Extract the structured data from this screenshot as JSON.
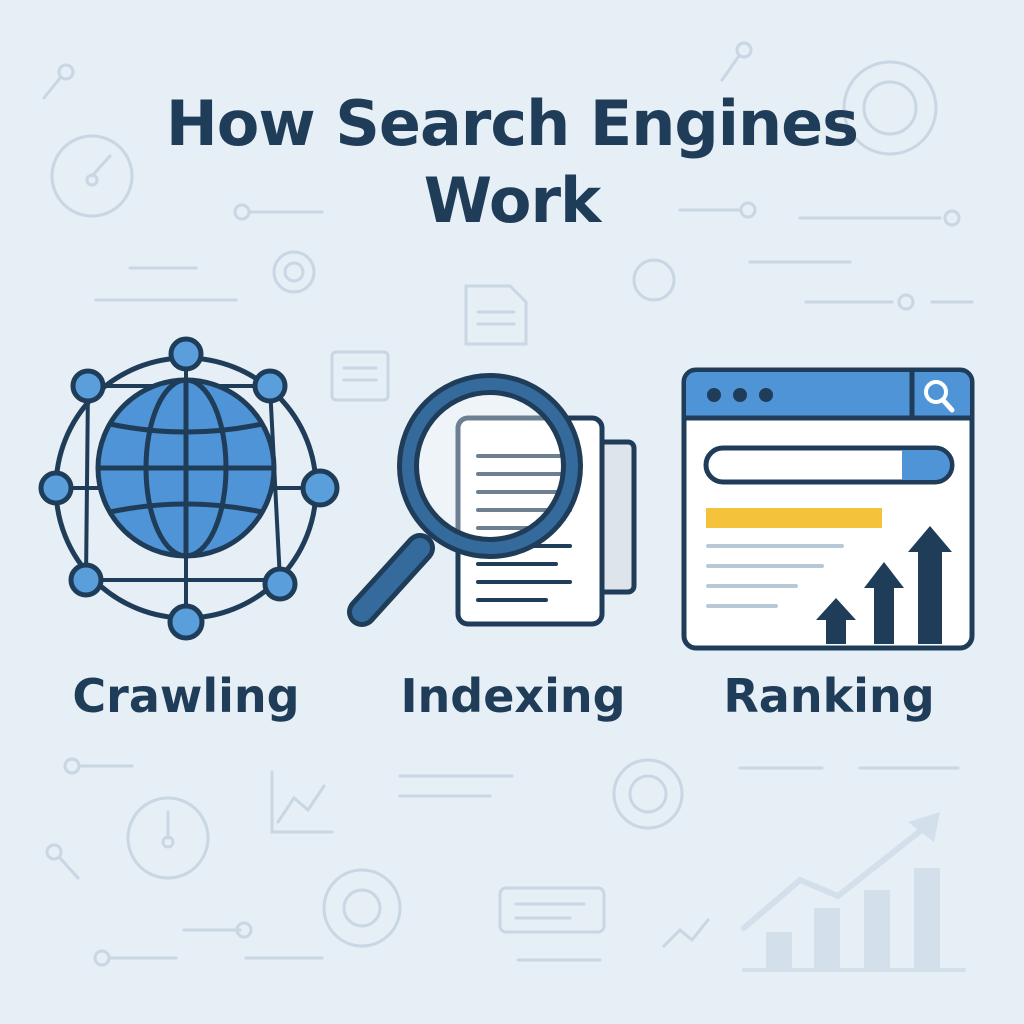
{
  "title": {
    "line1": "How Search Engines",
    "line2": "Work"
  },
  "steps": [
    {
      "label": "Crawling",
      "icon": "globe-network-icon"
    },
    {
      "label": "Indexing",
      "icon": "magnifier-documents-icon"
    },
    {
      "label": "Ranking",
      "icon": "browser-ranking-icon"
    }
  ],
  "colors": {
    "background": "#e6eef6",
    "text": "#1f3d58",
    "accent_blue": "#4f94d6",
    "outline": "#1f3d58",
    "highlight_yellow": "#f5c33b"
  }
}
